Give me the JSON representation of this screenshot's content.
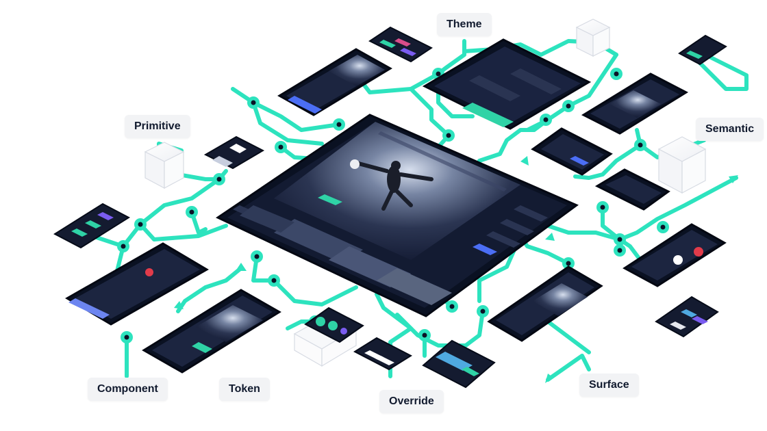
{
  "labels": {
    "primitive": "Primitive",
    "theme": "Theme",
    "semantic": "Semantic",
    "component": "Component",
    "token": "Token",
    "override": "Override",
    "surface": "Surface"
  },
  "colors": {
    "wire": "#2de3be",
    "device": "#0f1628",
    "screen": "#121a31",
    "label_bg": "#f2f3f5",
    "label_text": "#111a2e",
    "accent_teal": "#2fd3a6",
    "accent_purple": "#7a5cf0",
    "accent_blue": "#4b6ef5"
  },
  "icons": [
    "cube-icon",
    "arrow-icon",
    "node-icon"
  ]
}
